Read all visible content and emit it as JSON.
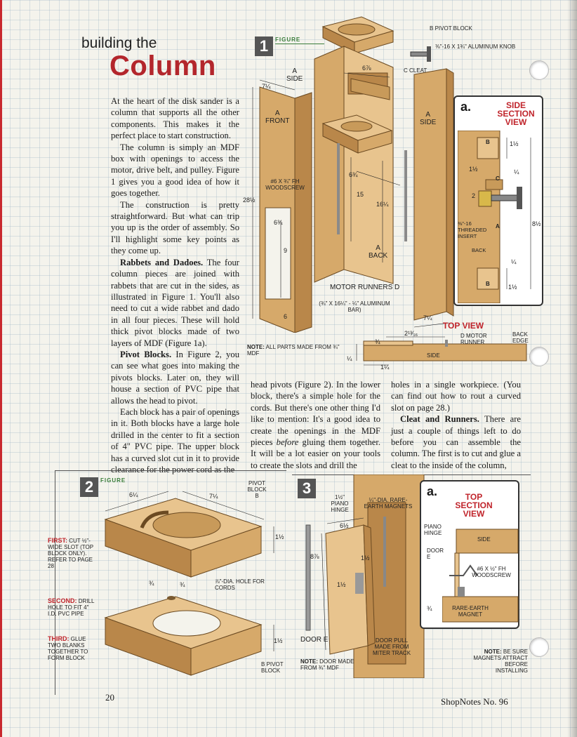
{
  "header": {
    "kicker": "building the",
    "title": "Column"
  },
  "body": {
    "col1": [
      "At the heart of the disk sander is a column that supports all the other components. This makes it the perfect place to start construction.",
      "The column is simply an MDF box with openings to access the motor, drive belt, and pulley. Figure 1 gives you a good idea of how it goes together.",
      "The construction is pretty straightforward. But what can trip you up is the order of assembly. So I'll highlight some key points as they come up."
    ],
    "rabbets": {
      "heading": "Rabbets and Dadoes.",
      "text": "The four column pieces are joined with rabbets that are cut in the sides, as illustrated in Figure 1. You'll also need to cut a wide rabbet and dado in all four pieces. These will hold thick pivot blocks made of two layers of MDF (Figure 1a)."
    },
    "pivot": {
      "heading": "Pivot Blocks.",
      "text": "In Figure 2, you can see what goes into making the pivots blocks. Later on, they will house a section of PVC pipe that allows the head to pivot."
    },
    "col1_last": "Each block has a pair of openings in it. Both blocks have a large hole drilled in the center to fit a section of 4\" PVC pipe. The upper block has a curved slot cut in it to provide clearance for the power cord as the",
    "col2": {
      "pre": "head pivots (Figure 2). In the lower block, there's a simple hole for the cords. But there's one other thing I'd like to mention: It's a good idea to create the openings in the MDF pieces ",
      "em": "before",
      "post": " gluing them together. It will be a lot easier on your tools to create the slots and drill the"
    },
    "col3_first": "holes in a single workpiece. (You can find out how to rout a curved slot on page 28.)",
    "cleat": {
      "heading": "Cleat and Runners.",
      "text": "There are just a couple of things left to do before you can assemble the column. The first is to cut and glue a cleat to the inside of the column,"
    }
  },
  "figure1": {
    "num": "1",
    "word": "FIGURE",
    "pivot_block": "PIVOT BLOCK",
    "letter_b": "B",
    "knob": "⅜\"-16 x 1¾\" ALUMINUM KNOB",
    "cleat": "CLEAT",
    "letter_c": "C",
    "side": "SIDE",
    "letter_a": "A",
    "front": "FRONT",
    "back": "BACK",
    "screw": "#6 x ¾\" Fh WOODSCREW",
    "runners": "MOTOR RUNNERS",
    "letter_d": "D",
    "runner_spec": "(¾\" x 16¼\" - ¼\" ALUMINUM BAR)",
    "note_label": "NOTE:",
    "note": "ALL PARTS MADE FROM ¾\" MDF",
    "dims": {
      "w1": "7¼",
      "w2": "6⅞",
      "h": "28½",
      "open": "6¾",
      "n9": "9",
      "n6": "6",
      "n15": "15",
      "n16": "16¼",
      "back_w": "6¾",
      "bot": "7¼"
    }
  },
  "figure1a": {
    "letter": "a.",
    "title": "SIDE SECTION VIEW",
    "insert": "⅜\"-16 THREADED INSERT",
    "back": "BACK",
    "dims": {
      "d1": "1½",
      "d2": "1½",
      "d3": "2",
      "d4": "¼",
      "d5": "8½",
      "d6": "¼",
      "d7": "1½"
    }
  },
  "topview": {
    "title": "TOP VIEW",
    "runner": "MOTOR RUNNER",
    "letter_d": "D",
    "edge": "BACK EDGE",
    "side": "SIDE",
    "dims": {
      "d1": "2¹³⁄₁₆",
      "d2": "¾",
      "d3": "¼",
      "d4": "1¼"
    }
  },
  "figure2": {
    "num": "2",
    "word": "FIGURE",
    "first_h": "FIRST:",
    "first": "CUT ½\"-WIDE SLOT (TOP BLOCK ONLY). REFER TO PAGE 28",
    "second_h": "SECOND:",
    "second": "DRILL HOLE TO FIT 4\" I.D. PVC PIPE",
    "third_h": "THIRD:",
    "third": "GLUE TWO BLANKS TOGETHER TO FORM BLOCK",
    "pivot_block": "PIVOT BLOCK",
    "letter_b": "B",
    "hole": "⅞\"-DIA. HOLE FOR CORDS",
    "dims": {
      "w1": "6¼",
      "w2": "7¼",
      "h1": "1½",
      "h2": "1½",
      "a": "¾",
      "b": "¾"
    }
  },
  "figure3": {
    "num": "3",
    "hinge": "1½\" PIANO HINGE",
    "magnets": "¼\"-DIA. RARE-EARTH MAGNETS",
    "door": "DOOR",
    "letter_e": "E",
    "pull": "DOOR PULL MADE FROM MITER TRACK",
    "note_label": "NOTE:",
    "note": "DOOR MADE FROM ¾\" MDF",
    "dims": {
      "w": "6½",
      "h": "8⅞",
      "a": "1½",
      "b": "1½"
    }
  },
  "figure3a": {
    "letter": "a.",
    "title": "TOP SECTION VIEW",
    "hinge": "PIANO HINGE",
    "door": "DOOR",
    "letter_e": "E",
    "side": "SIDE",
    "screw": "#6 x ½\" Fh WOODSCREW",
    "magnet": "RARE-EARTH MAGNET",
    "dim": "¾",
    "note_label": "NOTE:",
    "note": "BE SURE MAGNETS ATTRACT BEFORE INSTALLING"
  },
  "footer": {
    "page": "20",
    "issue": "ShopNotes No. 96"
  },
  "colors": {
    "wood": "#d6a96a",
    "wood_dark": "#b9874a",
    "wood_light": "#e8c48e",
    "accent_red": "#c0242b",
    "figure_green": "#3a7d3a"
  }
}
